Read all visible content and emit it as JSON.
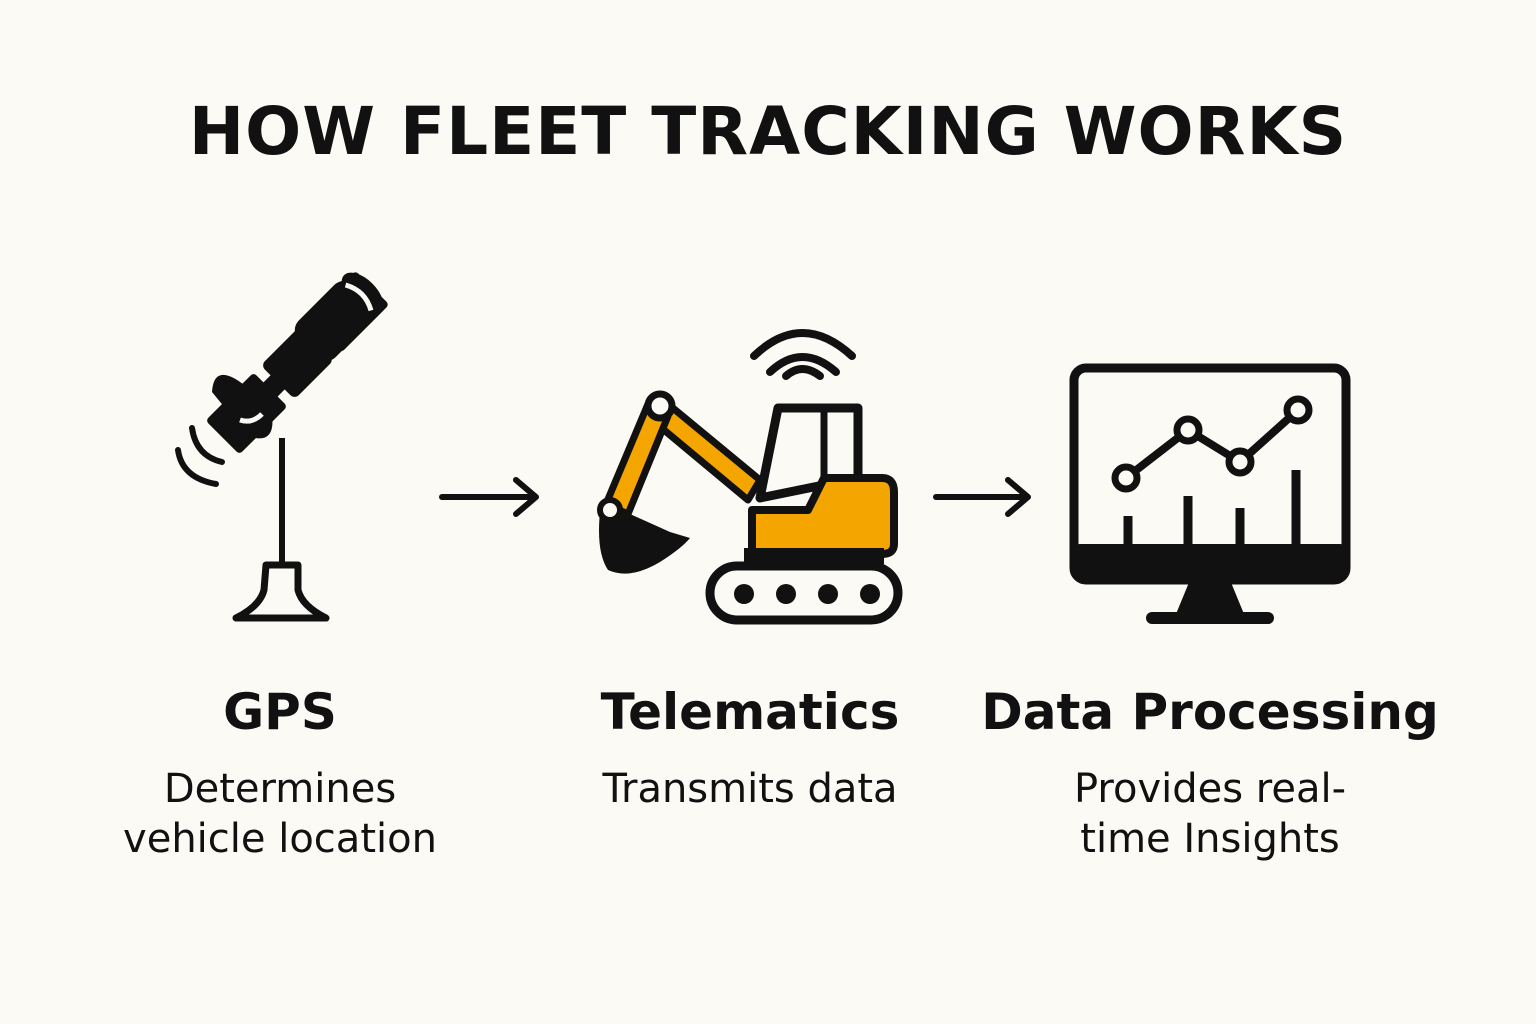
{
  "title": "HOW FLEET TRACKING WORKS",
  "colors": {
    "background": "#fcfaf4",
    "ink": "#111111",
    "accent": "#f5a500"
  },
  "steps": [
    {
      "icon": "satellite-gps-icon",
      "title": "GPS",
      "description": "Determines vehicle location"
    },
    {
      "icon": "excavator-icon",
      "title": "Telematics",
      "description": "Transmits data"
    },
    {
      "icon": "monitor-chart-icon",
      "title": "Data Processing",
      "description": "Provides real-time Insights"
    }
  ]
}
